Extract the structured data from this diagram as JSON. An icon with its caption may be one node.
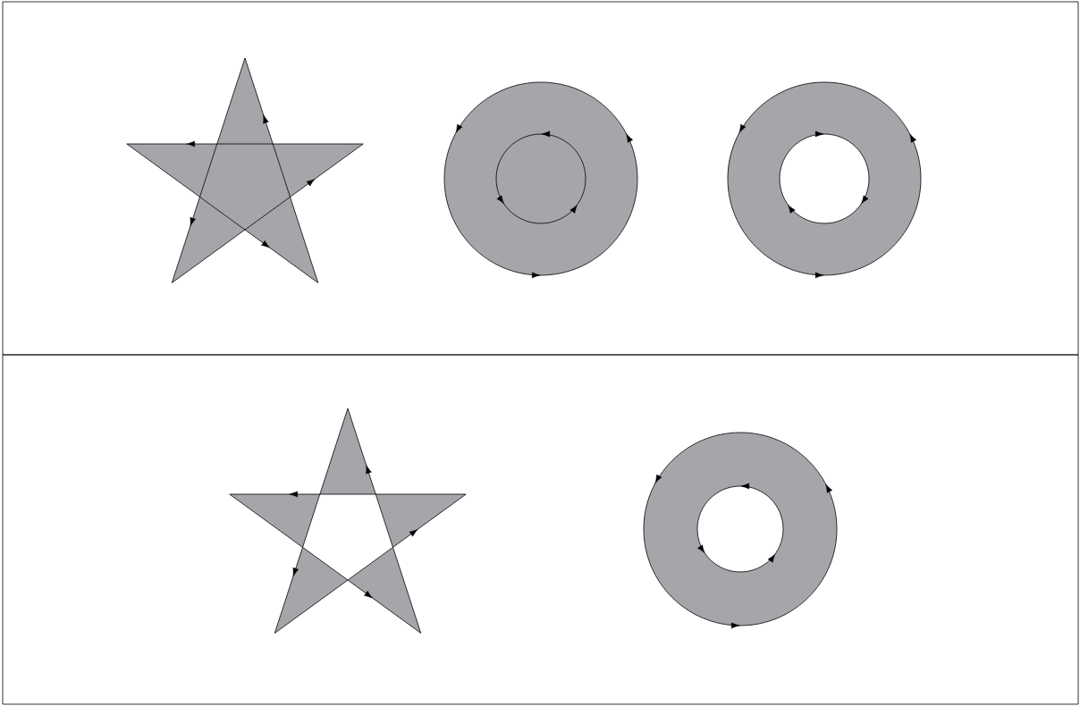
{
  "diagram": {
    "nodes": [
      {
        "text": [],
        "shape": "box"
      },
      {
        "text": [],
        "shape": "star",
        "in": 0
      },
      {
        "text": [],
        "shape": "disk",
        "in": 0
      },
      {
        "text": [],
        "shape": "ring",
        "in": 0
      },
      {
        "text": [],
        "shape": "box"
      },
      {
        "text": [],
        "shape": "pentagram",
        "in": 4
      },
      {
        "text": [],
        "shape": "ring",
        "in": 4
      }
    ]
  }
}
